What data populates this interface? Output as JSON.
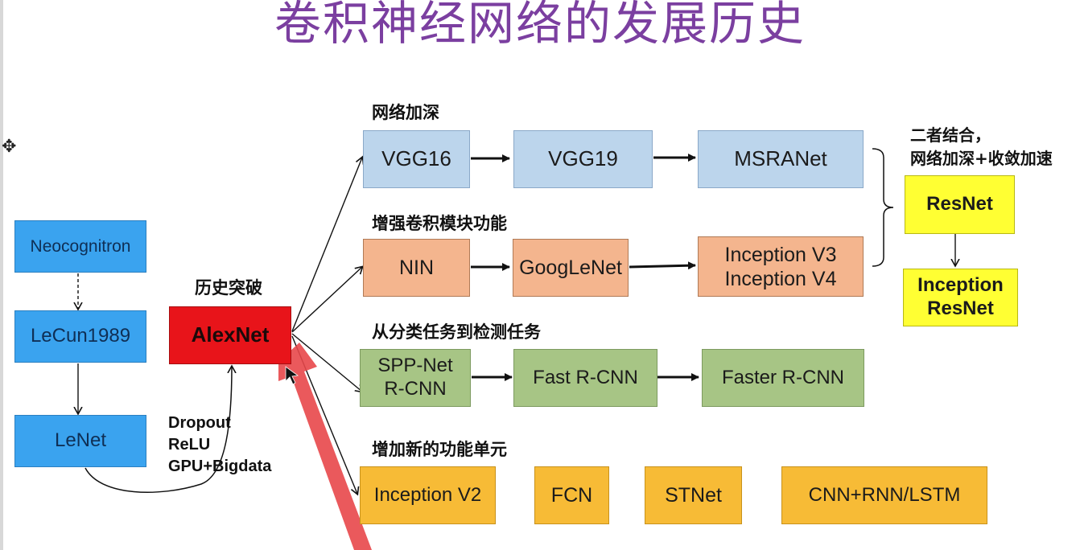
{
  "title": "卷积神经网络的发展历史",
  "labels": {
    "deepen": "网络加深",
    "enhance": "增强卷积模块功能",
    "detect": "从分类任务到检测任务",
    "newunit": "增加新的功能单元",
    "breakthrough": "历史突破",
    "combine_1": "二者结合，",
    "combine_2": "网络加深+收敛加速"
  },
  "alexnet_tricks": [
    "Dropout",
    "ReLU",
    "GPU+Bigdata"
  ],
  "nodes": {
    "neocognitron": "Neocognitron",
    "lecun1989": "LeCun1989",
    "lenet": "LeNet",
    "alexnet": "AlexNet",
    "vgg16": "VGG16",
    "vgg19": "VGG19",
    "msranet": "MSRANet",
    "nin": "NIN",
    "googlenet": "GoogLeNet",
    "inception_v3": "Inception V3",
    "inception_v4": "Inception V4",
    "spp_net": "SPP-Net",
    "r_cnn": "R-CNN",
    "fast_rcnn": "Fast R-CNN",
    "faster_rcnn": "Faster R-CNN",
    "inception_v2": "Inception V2",
    "fcn": "FCN",
    "stnet": "STNet",
    "cnn_rnn": "CNN+RNN/LSTM",
    "resnet": "ResNet",
    "inception_resnet_1": "Inception",
    "inception_resnet_2": "ResNet"
  },
  "colors": {
    "title": "#7b3fa0",
    "early": "#3aa3ef",
    "alexnet": "#e8141a",
    "deepen": "#bcd5ec",
    "enhance": "#f4b58e",
    "detect": "#a7c585",
    "newunit": "#f7bb36",
    "combined": "#ffff33",
    "pointer": "#e8474a"
  }
}
